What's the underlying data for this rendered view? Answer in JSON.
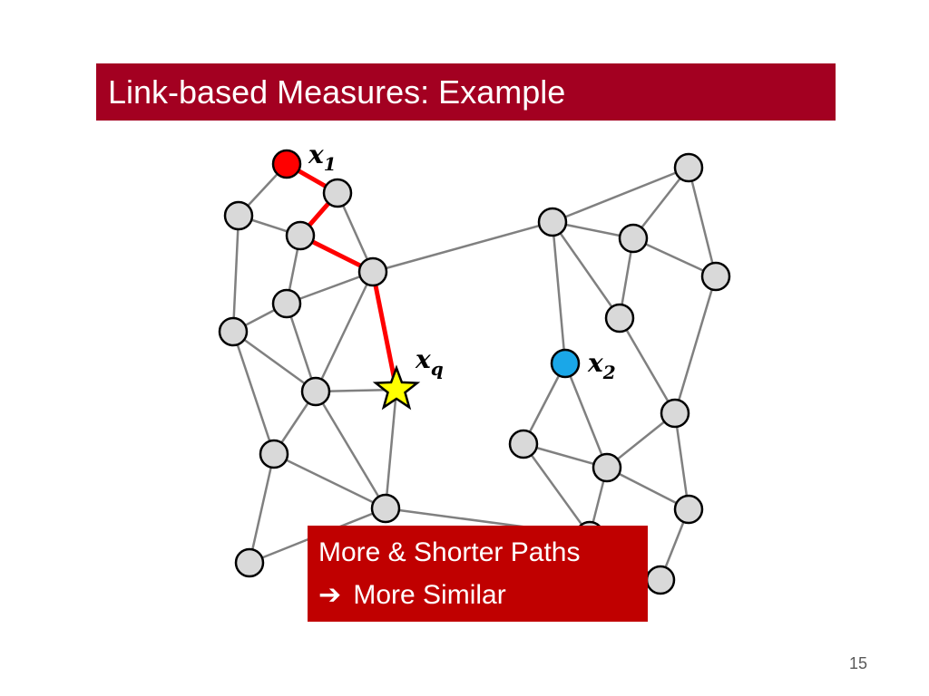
{
  "slide": {
    "title": "Link-based Measures: Example",
    "page_number": "15",
    "colors": {
      "title_bar": "#a30021",
      "callout": "#c00000",
      "node_fill": "#d9d9d9",
      "edge": "#808080",
      "path": "#ff0000",
      "x1_node": "#ff0000",
      "x2_node": "#1aa7e8",
      "query_star": "#ffff00"
    }
  },
  "labels": {
    "x1": {
      "var": "x",
      "sub": "1"
    },
    "x2": {
      "var": "x",
      "sub": "2"
    },
    "xq": {
      "var": "x",
      "sub": "q"
    }
  },
  "callout": {
    "line1": "More & Shorter Paths",
    "arrow_icon": "➔",
    "line2": "More Similar"
  }
}
